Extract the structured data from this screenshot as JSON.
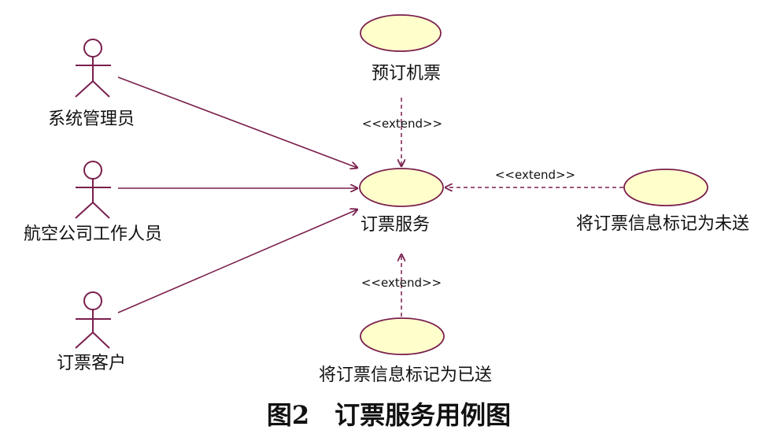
{
  "diagram": {
    "actors": [
      {
        "label": "系统管理员"
      },
      {
        "label": "航空公司工作人员"
      },
      {
        "label": "订票客户"
      }
    ],
    "use_cases": {
      "main": "订票服务",
      "top": "预订机票",
      "right": "将订票信息标记为未送",
      "bottom": "将订票信息标记为已送"
    },
    "relations": {
      "top_extend": "<<extend>>",
      "right_extend": "<<extend>>",
      "bottom_extend": "<<extend>>"
    },
    "caption": "图2　订票服务用例图",
    "colors": {
      "actor_stroke": "#7a1f4d",
      "usecase_fill": "#ffffcc",
      "usecase_stroke": "#7a1f4d",
      "line": "#7a1f4d",
      "dashed": "#7a1f4d"
    }
  }
}
